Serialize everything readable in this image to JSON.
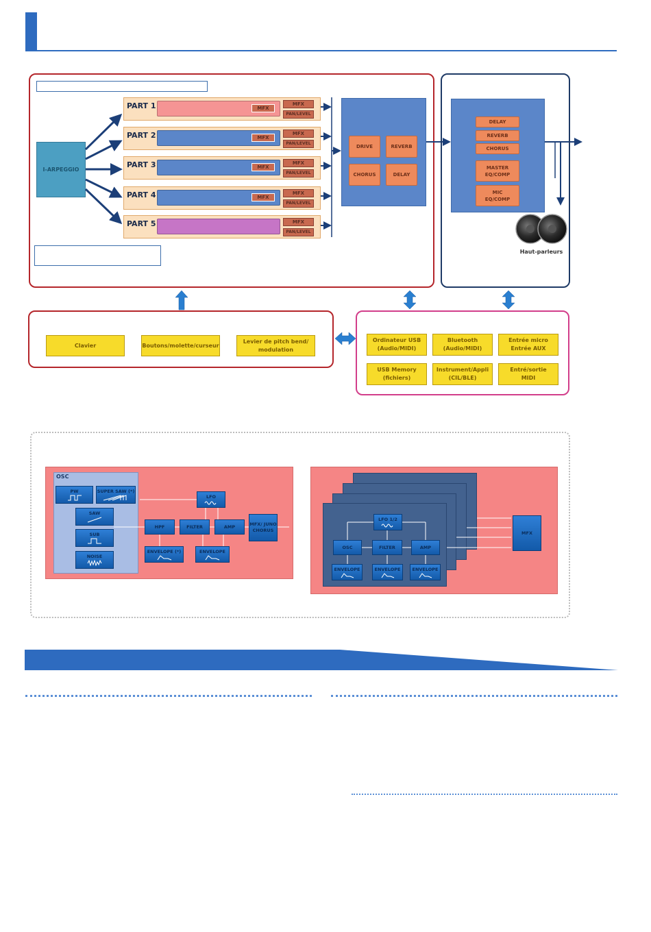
{
  "diagram": {
    "parts": [
      {
        "label": "PART 1",
        "mfx": "MFX",
        "mfx2": "MFX",
        "pan": "PAN/LEVEL",
        "color": "#f59494"
      },
      {
        "label": "PART 2",
        "mfx": "MFX",
        "mfx2": "MFX",
        "pan": "PAN/LEVEL",
        "color": "#5b86c9"
      },
      {
        "label": "PART 3",
        "mfx": "MFX",
        "mfx2": "MFX",
        "pan": "PAN/LEVEL",
        "color": "#5b86c9"
      },
      {
        "label": "PART 4",
        "mfx": "MFX",
        "mfx2": "MFX",
        "pan": "PAN/LEVEL",
        "color": "#5b86c9"
      },
      {
        "label": "PART 5",
        "mfx": "",
        "mfx2": "MFX",
        "pan": "PAN/LEVEL",
        "color": "#c675c6"
      }
    ],
    "arpeggio": "I-ARPEGGIO",
    "part_effects": [
      "DRIVE",
      "REVERB",
      "CHORUS",
      "DELAY"
    ],
    "master_effects": [
      "DELAY",
      "REVERB",
      "CHORUS",
      "MASTER EQ/COMP",
      "MIC EQ/COMP"
    ],
    "speakers": "Haut-parleurs",
    "controllers": [
      "Clavier",
      "Boutons/molette/curseur",
      "Levier de pitch bend/ modulation"
    ],
    "io": [
      "Ordinateur USB (Audio/MIDI)",
      "Bluetooth (Audio/MIDI)",
      "Entrée micro Entrée AUX",
      "USB Memory (fichiers)",
      "Instrument/Appli (CIL/BLE)",
      "Entré/sortie MIDI"
    ]
  },
  "synth": {
    "osc_title": "OSC",
    "osc_items": [
      "PW",
      "SUPER SAW (*)",
      "SAW",
      "SUB",
      "NOISE"
    ],
    "lfo": "LFO",
    "hpf": "HPF",
    "filter": "FILTER",
    "amp": "AMP",
    "mfx_chorus": "MFX/ JUNO CHORUS",
    "env1": "ENVELOPE (*)",
    "env2": "ENVELOPE"
  },
  "pcm": {
    "lfo": "LFO 1/2",
    "osc": "OSC",
    "filter": "FILTER",
    "amp": "AMP",
    "env": "ENVELOPE",
    "mfx": "MFX"
  }
}
